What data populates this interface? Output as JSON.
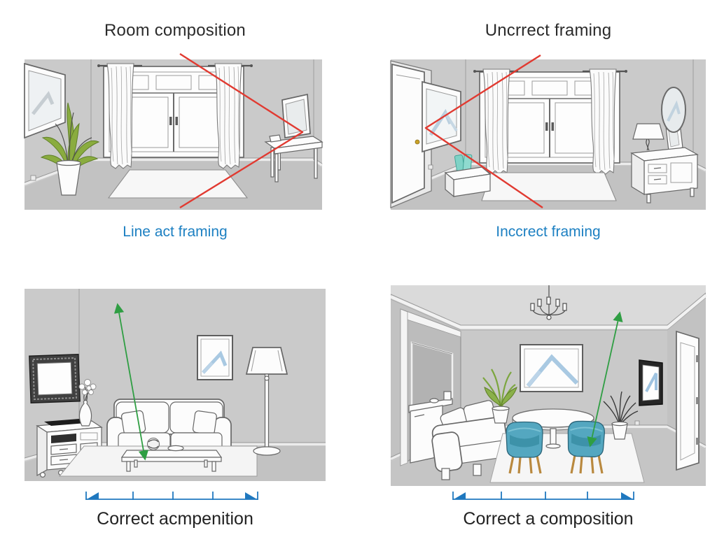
{
  "page": {
    "background": "#ffffff"
  },
  "colors": {
    "title_text": "#2b2b2b",
    "caption_blue": "#1d80c2",
    "guide_red": "#e13a31",
    "guide_green": "#2f9e43",
    "dimension_blue": "#1f78bf",
    "wall_gray": "#cacaca",
    "floor_gray": "#c2c2c2",
    "chair_teal": "#54a7c0",
    "chair_leg_wood": "#c08c4a",
    "artwork_blue": "#a9c9e2",
    "book_teal": "#7fd2c6",
    "door_knob_gold": "#c9a227"
  },
  "figures": {
    "top_left": {
      "title": "Room composition",
      "caption": "Line act framing",
      "scene": "living room with tilted wall art, potted plant, large curtained window, rug and vanity table crossed by red framing guide lines"
    },
    "top_right": {
      "title": "Uncrrect framing",
      "caption": "Inccrect framing",
      "scene": "room with open door, tilted wall art, curtained window, bench with books, sideboard with lamp and oval mirror crossed by red framing guide lines"
    },
    "bottom_left": {
      "caption": "Correct acmpenition",
      "scene": "living room with ornate mirror, media dresser, vase of flowers, sofa, coffee table, framed art and floor lamp with green vertical arrow",
      "dimension_segments": 4
    },
    "bottom_right": {
      "caption": "Correct a composition",
      "scene": "dining room with chandelier, framed art, round table, two teal chairs, plants, side opening with cabinet, sofa and door with green vertical arrow",
      "dimension_segments": 4
    }
  }
}
